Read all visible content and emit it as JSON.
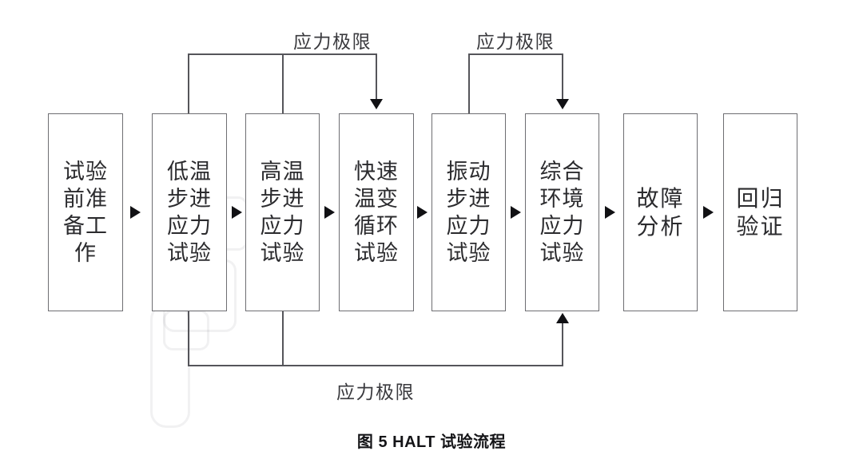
{
  "figure": {
    "caption": "图 5    HALT 试验流程",
    "title": "HALT 试验流程",
    "number": "图 5",
    "background_color": "#ffffff",
    "box_border_color": "#6e6e72",
    "line_color": "#55555a",
    "arrow_color": "#111114",
    "text_color": "#2b2b2e"
  },
  "nodes": [
    {
      "id": "prep",
      "label": "试验\n前准\n备工\n作"
    },
    {
      "id": "low-temp",
      "label": "低温\n步进\n应力\n试验"
    },
    {
      "id": "high-temp",
      "label": "高温\n步进\n应力\n试验"
    },
    {
      "id": "temp-cycle",
      "label": "快速\n温变\n循环\n试验"
    },
    {
      "id": "vibration",
      "label": "振动\n步进\n应力\n试验"
    },
    {
      "id": "combined",
      "label": "综合\n环境\n应力\n试验"
    },
    {
      "id": "fault",
      "label": "故障\n分析"
    },
    {
      "id": "regression",
      "label": "回归\n验证"
    }
  ],
  "edges": {
    "forward": [
      {
        "from": "prep",
        "to": "low-temp"
      },
      {
        "from": "low-temp",
        "to": "high-temp"
      },
      {
        "from": "high-temp",
        "to": "temp-cycle"
      },
      {
        "from": "temp-cycle",
        "to": "vibration"
      },
      {
        "from": "vibration",
        "to": "combined"
      },
      {
        "from": "combined",
        "to": "fault"
      },
      {
        "from": "fault",
        "to": "regression"
      }
    ],
    "feedback": [
      {
        "id": "stress-limit-top-left",
        "label": "应力极限",
        "from": [
          "low-temp",
          "high-temp"
        ],
        "to": "temp-cycle",
        "route": "top"
      },
      {
        "id": "stress-limit-top-right",
        "label": "应力极限",
        "from": [
          "vibration"
        ],
        "to": "combined",
        "route": "top"
      },
      {
        "id": "stress-limit-bottom",
        "label": "应力极限",
        "from": [
          "low-temp",
          "high-temp"
        ],
        "to": "combined",
        "route": "bottom"
      }
    ]
  }
}
